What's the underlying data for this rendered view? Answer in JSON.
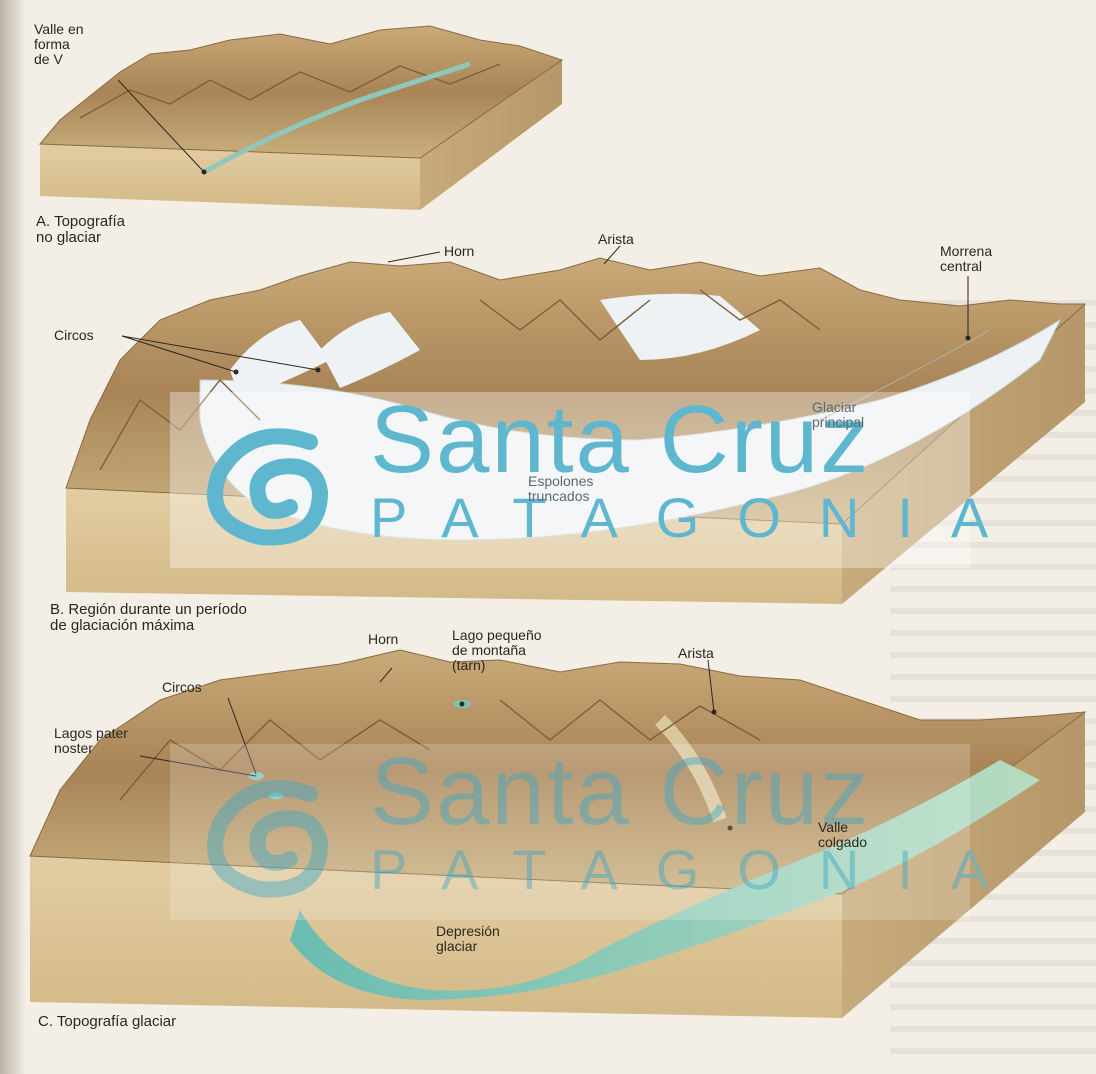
{
  "panel_a": {
    "caption": "A. Topografía\nno glaciar",
    "labels": {
      "valley": "Valle en\nforma\nde V"
    }
  },
  "panel_b": {
    "caption": "B. Región durante un período\nde glaciación máxima",
    "labels": {
      "horn": "Horn",
      "arista": "Arista",
      "morena": "Morrena\ncentral",
      "circos": "Circos",
      "glaciar": "Glaciar\nprincipal",
      "espolones": "Espolones\ntruncados"
    }
  },
  "panel_c": {
    "caption": "C. Topografía glaciar",
    "labels": {
      "horn": "Horn",
      "lago": "Lago pequeño\nde montaña\n(tarn)",
      "arista": "Arista",
      "circos": "Circos",
      "lagos_pater": "Lagos pater\nnoster",
      "valle_colgado": "Valle\ncolgado",
      "depresion": "Depresión\nglaciar"
    }
  },
  "watermark": {
    "line1": "Santa Cruz",
    "line2": "PATAGONIA"
  },
  "colors": {
    "mountain": "#b89a6a",
    "ridge": "#8a6a42",
    "ice": "#eef2f4",
    "water": "#7cc4b8",
    "soil": "#dcc49a",
    "watermark": "#5fb7cf"
  }
}
